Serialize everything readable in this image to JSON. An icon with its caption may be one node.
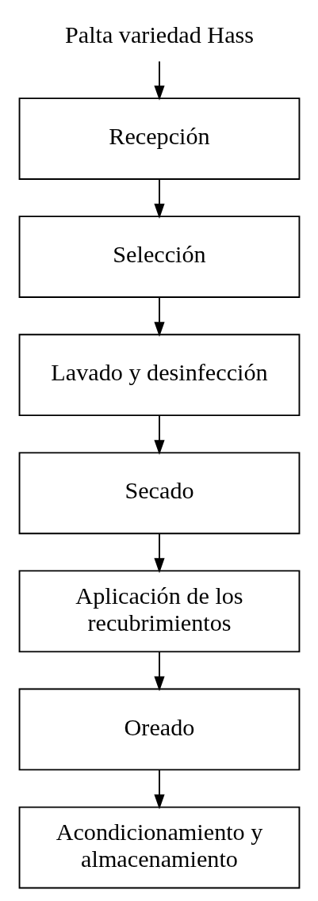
{
  "diagram": {
    "nodes": [
      {
        "text": [
          "Palta variedad Hass"
        ]
      },
      {
        "text": [
          "Recepción"
        ]
      },
      {
        "text": [
          "Selección"
        ]
      },
      {
        "text": [
          "Lavado y desinfección"
        ]
      },
      {
        "text": [
          "Secado"
        ]
      },
      {
        "text": [
          "Aplicación de los recubrimientos"
        ]
      },
      {
        "text": [
          "Oreado"
        ]
      },
      {
        "text": [
          "Acondicionamiento y almacenamiento"
        ]
      }
    ],
    "edges": [
      {
        "from": 0,
        "to": 1,
        "arrow": "to"
      },
      {
        "from": 1,
        "to": 2,
        "arrow": "to"
      },
      {
        "from": 2,
        "to": 3,
        "arrow": "to"
      },
      {
        "from": 3,
        "to": 4,
        "arrow": "to"
      },
      {
        "from": 4,
        "to": 5,
        "arrow": "to"
      },
      {
        "from": 5,
        "to": 6,
        "arrow": "to"
      },
      {
        "from": 6,
        "to": 7,
        "arrow": "to"
      }
    ]
  }
}
